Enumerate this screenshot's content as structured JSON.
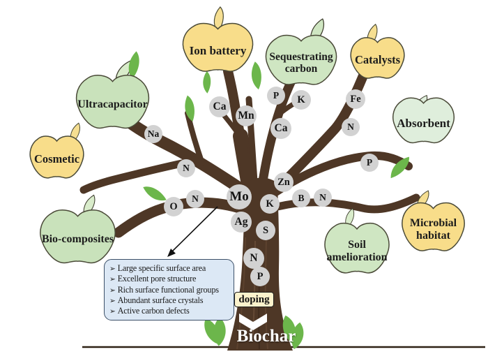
{
  "apples": [
    {
      "label": "Ion battery",
      "color": "#F8DD8A"
    },
    {
      "label": "Sequestrating carbon",
      "color": "#CFE6C2"
    },
    {
      "label": "Catalysts",
      "color": "#F8DD8A"
    },
    {
      "label": "Ultracapacitor",
      "color": "#C9E2BB"
    },
    {
      "label": "Absorbent",
      "color": "#DFEEDC"
    },
    {
      "label": "Cosmetic",
      "color": "#F8DD8A"
    },
    {
      "label": "Microbial habitat",
      "color": "#F8DD8A"
    },
    {
      "label": "Bio-composites",
      "color": "#C9E2BB"
    },
    {
      "label": "Soil amelioration",
      "color": "#CFE6C2"
    }
  ],
  "elements": [
    {
      "symbol": "Na"
    },
    {
      "symbol": "Ca"
    },
    {
      "symbol": "Mn"
    },
    {
      "symbol": "P"
    },
    {
      "symbol": "K"
    },
    {
      "symbol": "Ca"
    },
    {
      "symbol": "Fe"
    },
    {
      "symbol": "N"
    },
    {
      "symbol": "P"
    },
    {
      "symbol": "N"
    },
    {
      "symbol": "O"
    },
    {
      "symbol": "N"
    },
    {
      "symbol": "Mo"
    },
    {
      "symbol": "Zn"
    },
    {
      "symbol": "K"
    },
    {
      "symbol": "B"
    },
    {
      "symbol": "N"
    },
    {
      "symbol": "Ag"
    },
    {
      "symbol": "S"
    },
    {
      "symbol": "N"
    },
    {
      "symbol": "P"
    }
  ],
  "info_box": {
    "bullet": "➢",
    "items": [
      "Large specific surface area",
      "Excellent pore structure",
      "Rich surface functional groups",
      "Abundant surface crystals",
      "Active carbon defects"
    ]
  },
  "doping_label": "doping",
  "biochar_label": "Biochar",
  "colors": {
    "apple_yellow": "#F8DD8A",
    "apple_green": "#C9E2BB",
    "apple_light_green": "#DFEEDC",
    "leaf_green": "#6CB64B",
    "trunk_brown": "#4E3726",
    "element_circle": "#D2D2D2",
    "info_box_bg": "#DCE8F5",
    "info_box_border": "#3C5068",
    "doping_bg": "#FBF2CC"
  }
}
